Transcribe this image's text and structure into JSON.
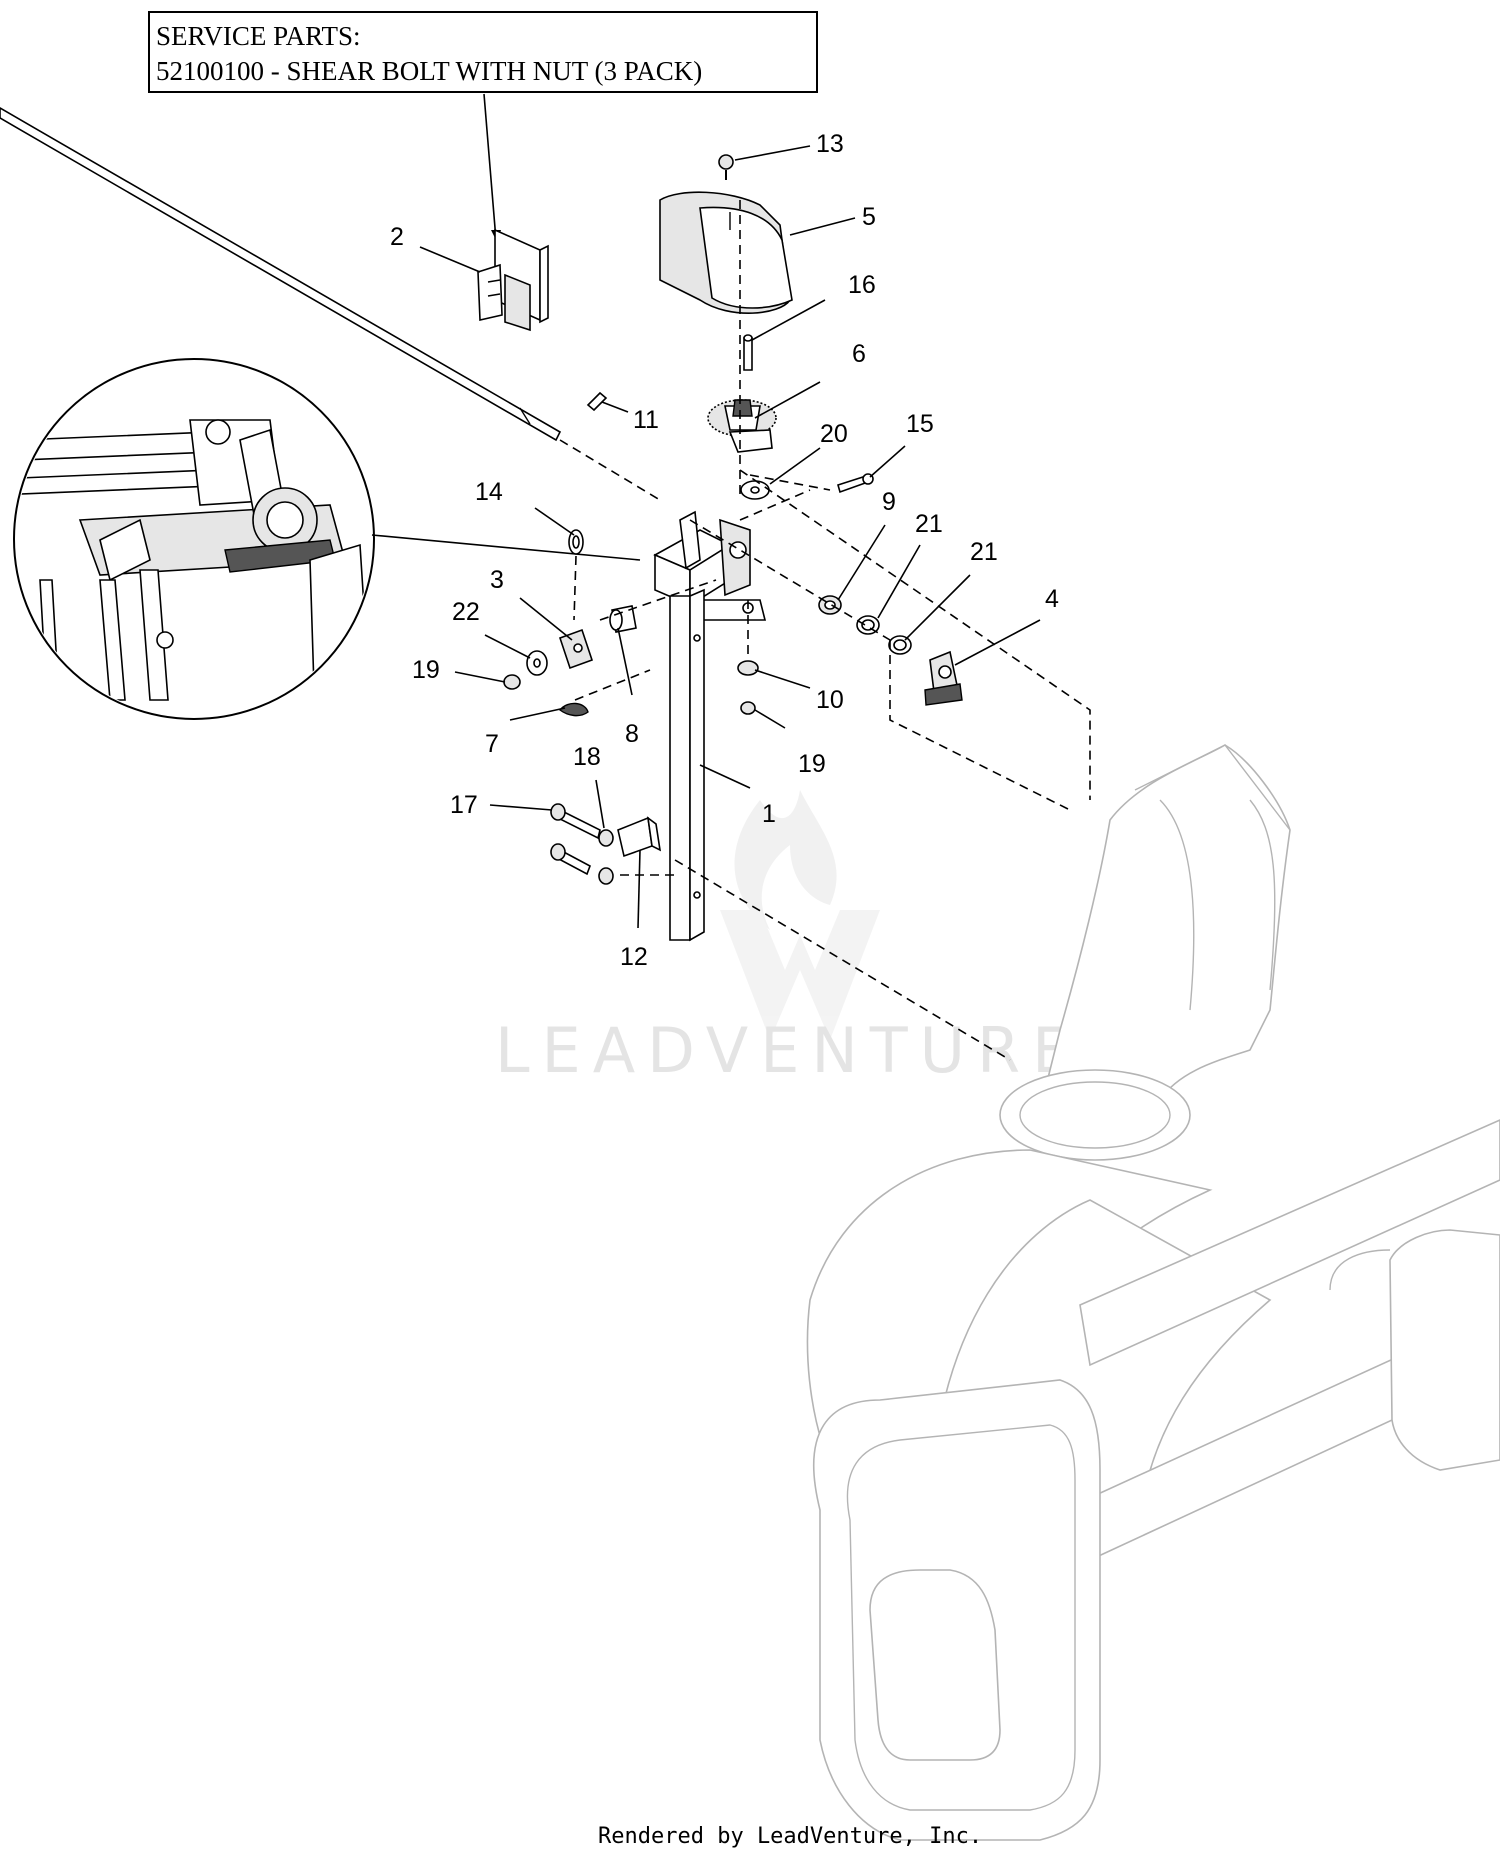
{
  "service_box": {
    "line1": "SERVICE PARTS:",
    "line2": "52100100 - SHEAR BOLT WITH NUT (3 PACK)"
  },
  "callouts": [
    {
      "id": "13",
      "text": "13"
    },
    {
      "id": "5",
      "text": "5"
    },
    {
      "id": "2",
      "text": "2"
    },
    {
      "id": "16",
      "text": "16"
    },
    {
      "id": "6",
      "text": "6"
    },
    {
      "id": "11",
      "text": "11"
    },
    {
      "id": "20",
      "text": "20"
    },
    {
      "id": "15",
      "text": "15"
    },
    {
      "id": "14",
      "text": "14"
    },
    {
      "id": "9",
      "text": "9"
    },
    {
      "id": "21a",
      "text": "21"
    },
    {
      "id": "21b",
      "text": "21"
    },
    {
      "id": "3",
      "text": "3"
    },
    {
      "id": "4",
      "text": "4"
    },
    {
      "id": "22",
      "text": "22"
    },
    {
      "id": "19a",
      "text": "19"
    },
    {
      "id": "10",
      "text": "10"
    },
    {
      "id": "7",
      "text": "7"
    },
    {
      "id": "8",
      "text": "8"
    },
    {
      "id": "19b",
      "text": "19"
    },
    {
      "id": "18",
      "text": "18"
    },
    {
      "id": "1",
      "text": "1"
    },
    {
      "id": "17",
      "text": "17"
    },
    {
      "id": "12",
      "text": "12"
    }
  ],
  "watermark": "LEADVENTURE",
  "footer": "Rendered by LeadVenture, Inc."
}
